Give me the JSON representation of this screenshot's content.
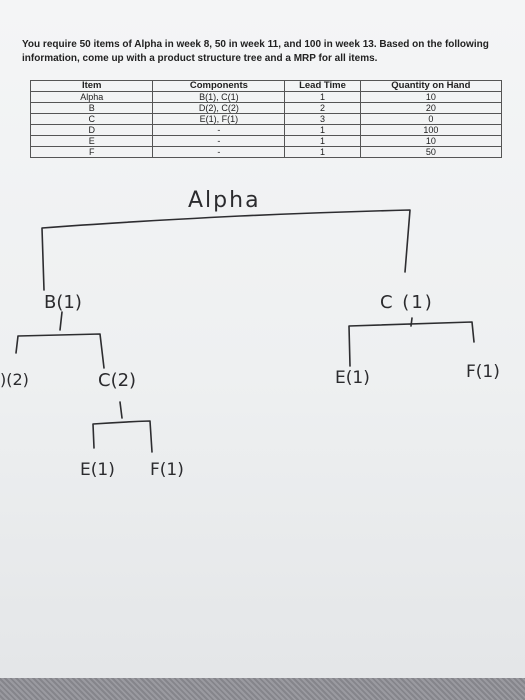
{
  "problem_text": "You require 50 items of Alpha in week 8, 50 in week 11, and 100 in week 13. Based on the following information, come up with a product structure tree and a MRP for all items.",
  "table": {
    "headers": [
      "Item",
      "Components",
      "Lead Time",
      "Quantity on Hand"
    ],
    "rows": [
      [
        "Alpha",
        "B(1), C(1)",
        "1",
        "10"
      ],
      [
        "B",
        "D(2), C(2)",
        "2",
        "20"
      ],
      [
        "C",
        "E(1), F(1)",
        "3",
        "0"
      ],
      [
        "D",
        "-",
        "1",
        "100"
      ],
      [
        "E",
        "-",
        "1",
        "10"
      ],
      [
        "F",
        "-",
        "1",
        "50"
      ]
    ]
  },
  "tree": {
    "root": "Alpha",
    "b_node": "B(1)",
    "c_node": "C (1)",
    "d_node": ")(2)",
    "c2_node": "C(2)",
    "e_left": "E(1)",
    "f_left": "F(1)",
    "e_right": "E(1)",
    "f_right": "F(1)"
  }
}
